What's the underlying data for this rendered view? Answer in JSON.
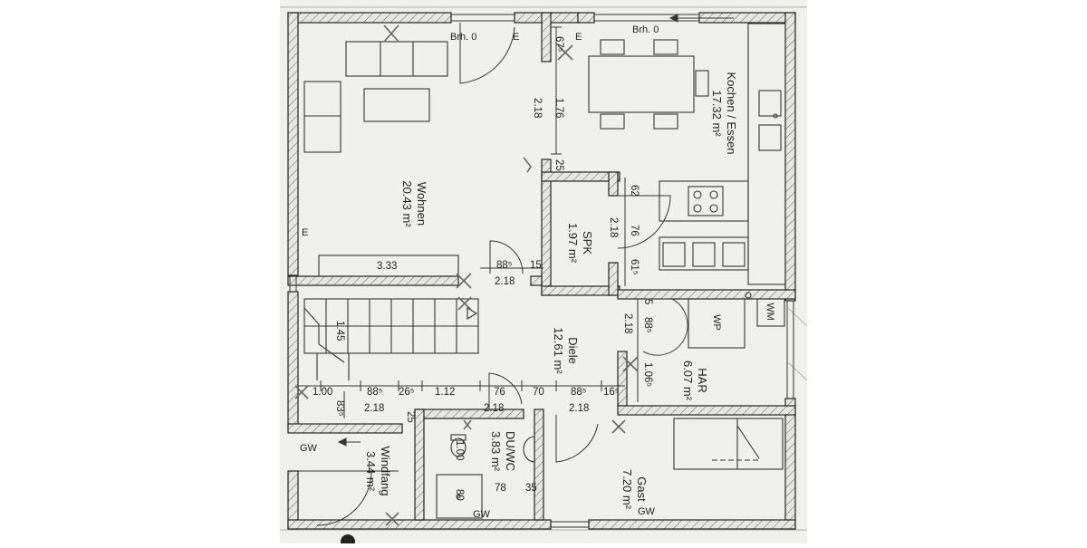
{
  "rooms": {
    "wohnen": {
      "name": "Wohnen",
      "area": "20.43 m²"
    },
    "kochen": {
      "name": "Kochen / Essen",
      "area": "17.32 m²"
    },
    "spk": {
      "name": "SPK",
      "area": "1.97 m²"
    },
    "diele": {
      "name": "Diele",
      "area": "12.61 m²"
    },
    "har": {
      "name": "HAR",
      "area": "6.07 m²"
    },
    "duwc": {
      "name": "DU/WC",
      "area": "3.83 m²"
    },
    "windfang": {
      "name": "Windfang",
      "area": "3.44 m²"
    },
    "gast": {
      "name": "Gast",
      "area": "7.20 m²"
    }
  },
  "labels": {
    "brh_left": "Brh. 0",
    "brh_right": "Brh. 0",
    "e_top": "E",
    "e_top2": "E",
    "e_left": "E",
    "wp": "WP",
    "wm": "WM",
    "gw1": "GW",
    "gw2": "GW",
    "gw3": "GW"
  },
  "dims": {
    "d333": "3.33",
    "d885_a": "88⁵",
    "d15": "15",
    "d218_a": "2.18",
    "d675": "67⁵",
    "d176": "1.76",
    "d218_b": "2.18",
    "d25": "25",
    "d62": "62",
    "d218_c": "2.18",
    "d76_a": "76",
    "d615": "61⁵",
    "d5": "5",
    "d885_b": "88⁵",
    "d218_d": "2.18",
    "d1065": "1.06⁵",
    "d100": "1.00",
    "d885_c": "88⁵",
    "d265": "26⁵",
    "d112": "1.12",
    "d76_b": "76",
    "d70": "70",
    "d885_d": "88⁵",
    "d165": "16⁵",
    "d835": "83⁵",
    "d218_e": "2.18",
    "d218_f": "2.18",
    "d218_g": "2.18",
    "d145": "1.45",
    "d25b": "25",
    "d100b": "1.00",
    "d80": "80",
    "d78": "78",
    "d35": "35"
  }
}
